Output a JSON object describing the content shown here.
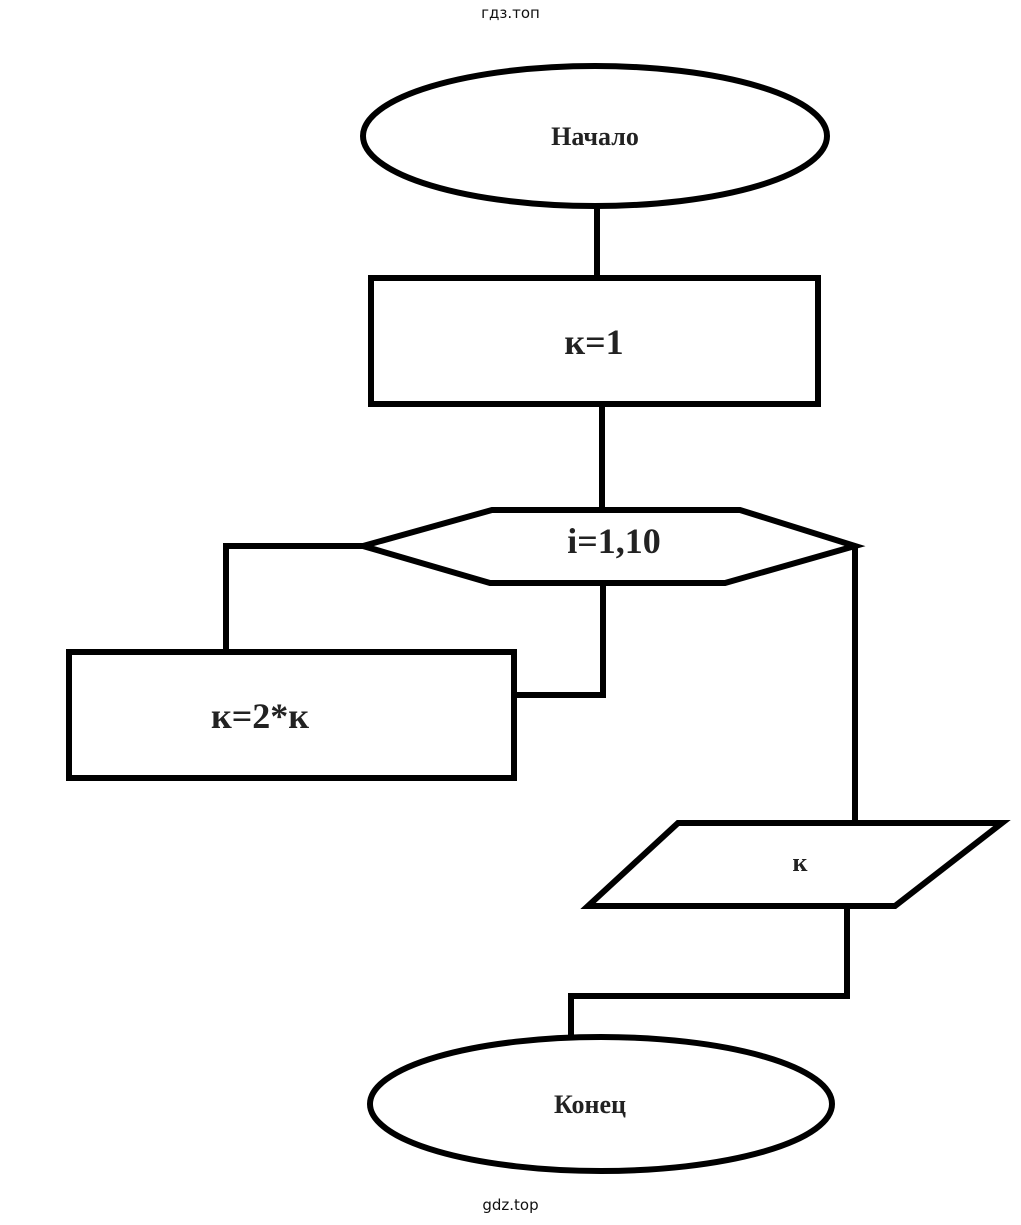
{
  "watermarks": {
    "top": "гдз.топ",
    "bottom": "gdz.top"
  },
  "flowchart": {
    "start": "Начало",
    "init": "к=1",
    "loop": "i=1,10",
    "body": "к=2*к",
    "output": "к",
    "end": "Конец"
  },
  "colors": {
    "stroke": "#000000",
    "text": "#222222",
    "background": "#ffffff"
  }
}
